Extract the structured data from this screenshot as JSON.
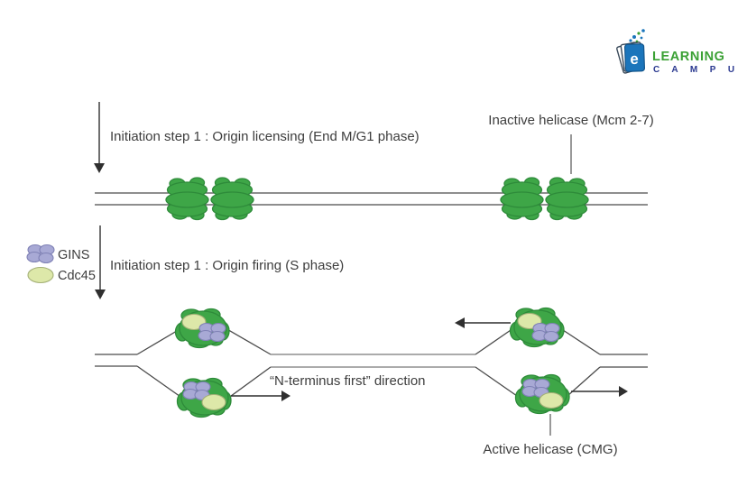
{
  "logo": {
    "brand_top": "LEARNING",
    "brand_bottom": "C A M P U S",
    "book_letter": "e"
  },
  "annotations": {
    "licensing": "Initiation step 1 : Origin licensing (End M/G1 phase)",
    "inactive_helicase": "Inactive helicase (Mcm 2-7)",
    "firing": "Initiation step 1 : Origin firing (S phase)",
    "direction": "“N-terminus first” direction",
    "active_helicase": "Active helicase (CMG)"
  },
  "legend": {
    "items": [
      {
        "label": "GINS",
        "color": "#A8A9D5",
        "icon": "gins-tetramer-icon"
      },
      {
        "label": "Cdc45",
        "color": "#DDE8A9",
        "icon": "cdc45-ellipse-icon"
      }
    ]
  },
  "colors": {
    "helicase_green": "#3EA647",
    "helicase_green_outline": "#2E8B3A",
    "gins_purple": "#A8A9D5",
    "cdc45_yellow_green": "#DDE8A9",
    "dna_line": "#4A4A4A",
    "dna_line_middle": "#8F8F8F",
    "text": "#3D3D3D",
    "logo_green": "#3BA135",
    "logo_blue": "#1B75BB",
    "logo_navy": "#2B3990"
  }
}
